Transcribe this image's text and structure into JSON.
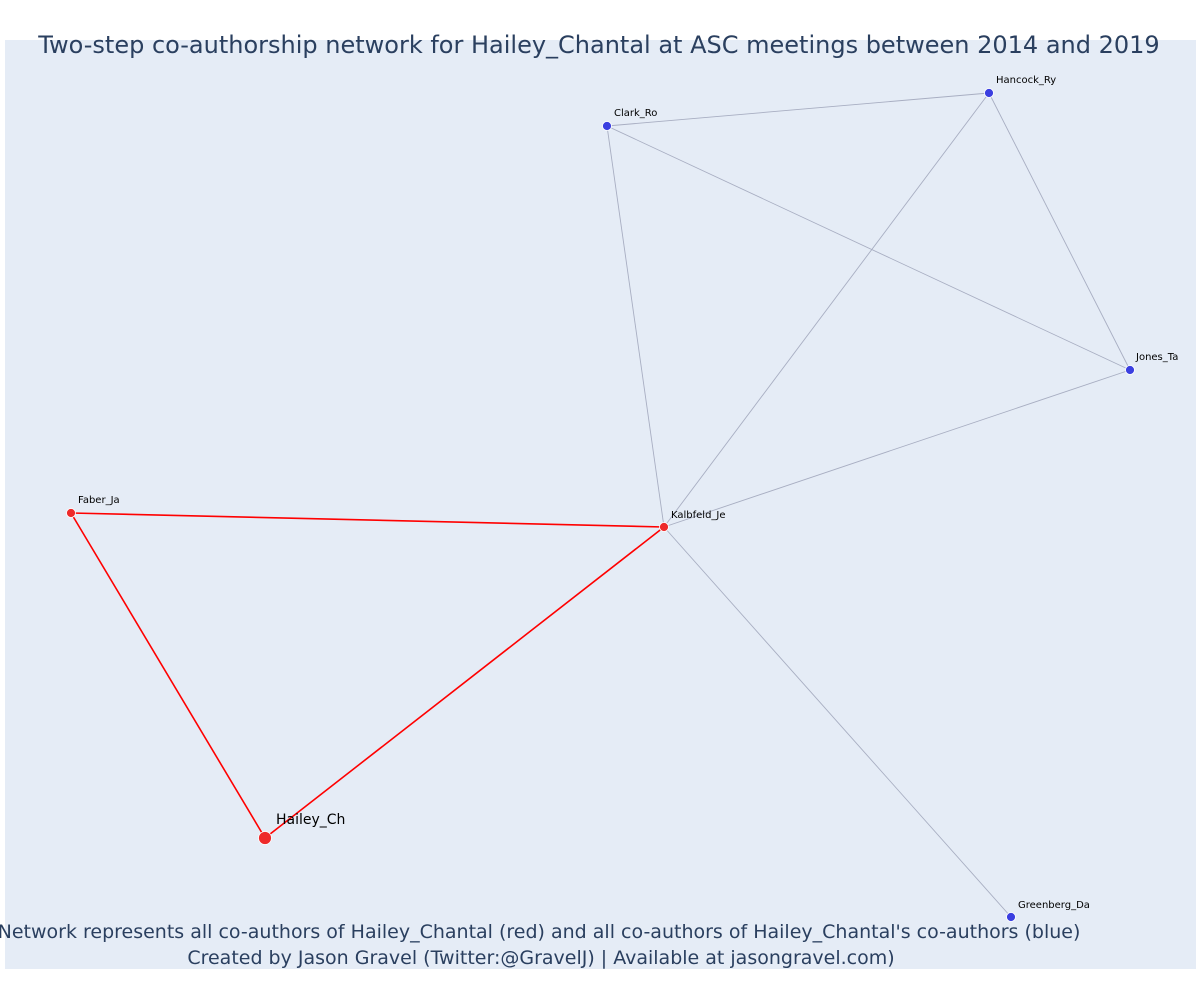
{
  "title": "Two-step co-authorship network for Hailey_Chantal at ASC meetings between 2014 and 2019",
  "footer": {
    "line1": "Network represents all co-authors of Hailey_Chantal (red) and all co-authors of Hailey_Chantal's co-authors (blue)",
    "line2": "Created by Jason Gravel (Twitter:@GravelJ) | Available at jasongravel.com)"
  },
  "colors": {
    "plot_bg": "#e5ecf6",
    "first_step": "#ee2a2a",
    "second_step": "#3b3fe0",
    "edge_first": "#ff0000",
    "edge_second": "#a8aec2"
  },
  "nodes": [
    {
      "id": "hailey",
      "label": "Hailey_Ch",
      "group": "ego"
    },
    {
      "id": "faber",
      "label": "Faber_Ja",
      "group": "first"
    },
    {
      "id": "kalbfeld",
      "label": "Kalbfeld_Je",
      "group": "first"
    },
    {
      "id": "clark",
      "label": "Clark_Ro",
      "group": "second"
    },
    {
      "id": "hancock",
      "label": "Hancock_Ry",
      "group": "second"
    },
    {
      "id": "jones",
      "label": "Jones_Ta",
      "group": "second"
    },
    {
      "id": "greenberg",
      "label": "Greenberg_Da",
      "group": "second"
    }
  ],
  "edges": [
    {
      "from": "hailey",
      "to": "faber",
      "type": "first"
    },
    {
      "from": "hailey",
      "to": "kalbfeld",
      "type": "first"
    },
    {
      "from": "faber",
      "to": "kalbfeld",
      "type": "first"
    },
    {
      "from": "kalbfeld",
      "to": "clark",
      "type": "second"
    },
    {
      "from": "kalbfeld",
      "to": "hancock",
      "type": "second"
    },
    {
      "from": "kalbfeld",
      "to": "jones",
      "type": "second"
    },
    {
      "from": "kalbfeld",
      "to": "greenberg",
      "type": "second"
    },
    {
      "from": "clark",
      "to": "hancock",
      "type": "second"
    },
    {
      "from": "clark",
      "to": "jones",
      "type": "second"
    },
    {
      "from": "hancock",
      "to": "jones",
      "type": "second"
    }
  ]
}
